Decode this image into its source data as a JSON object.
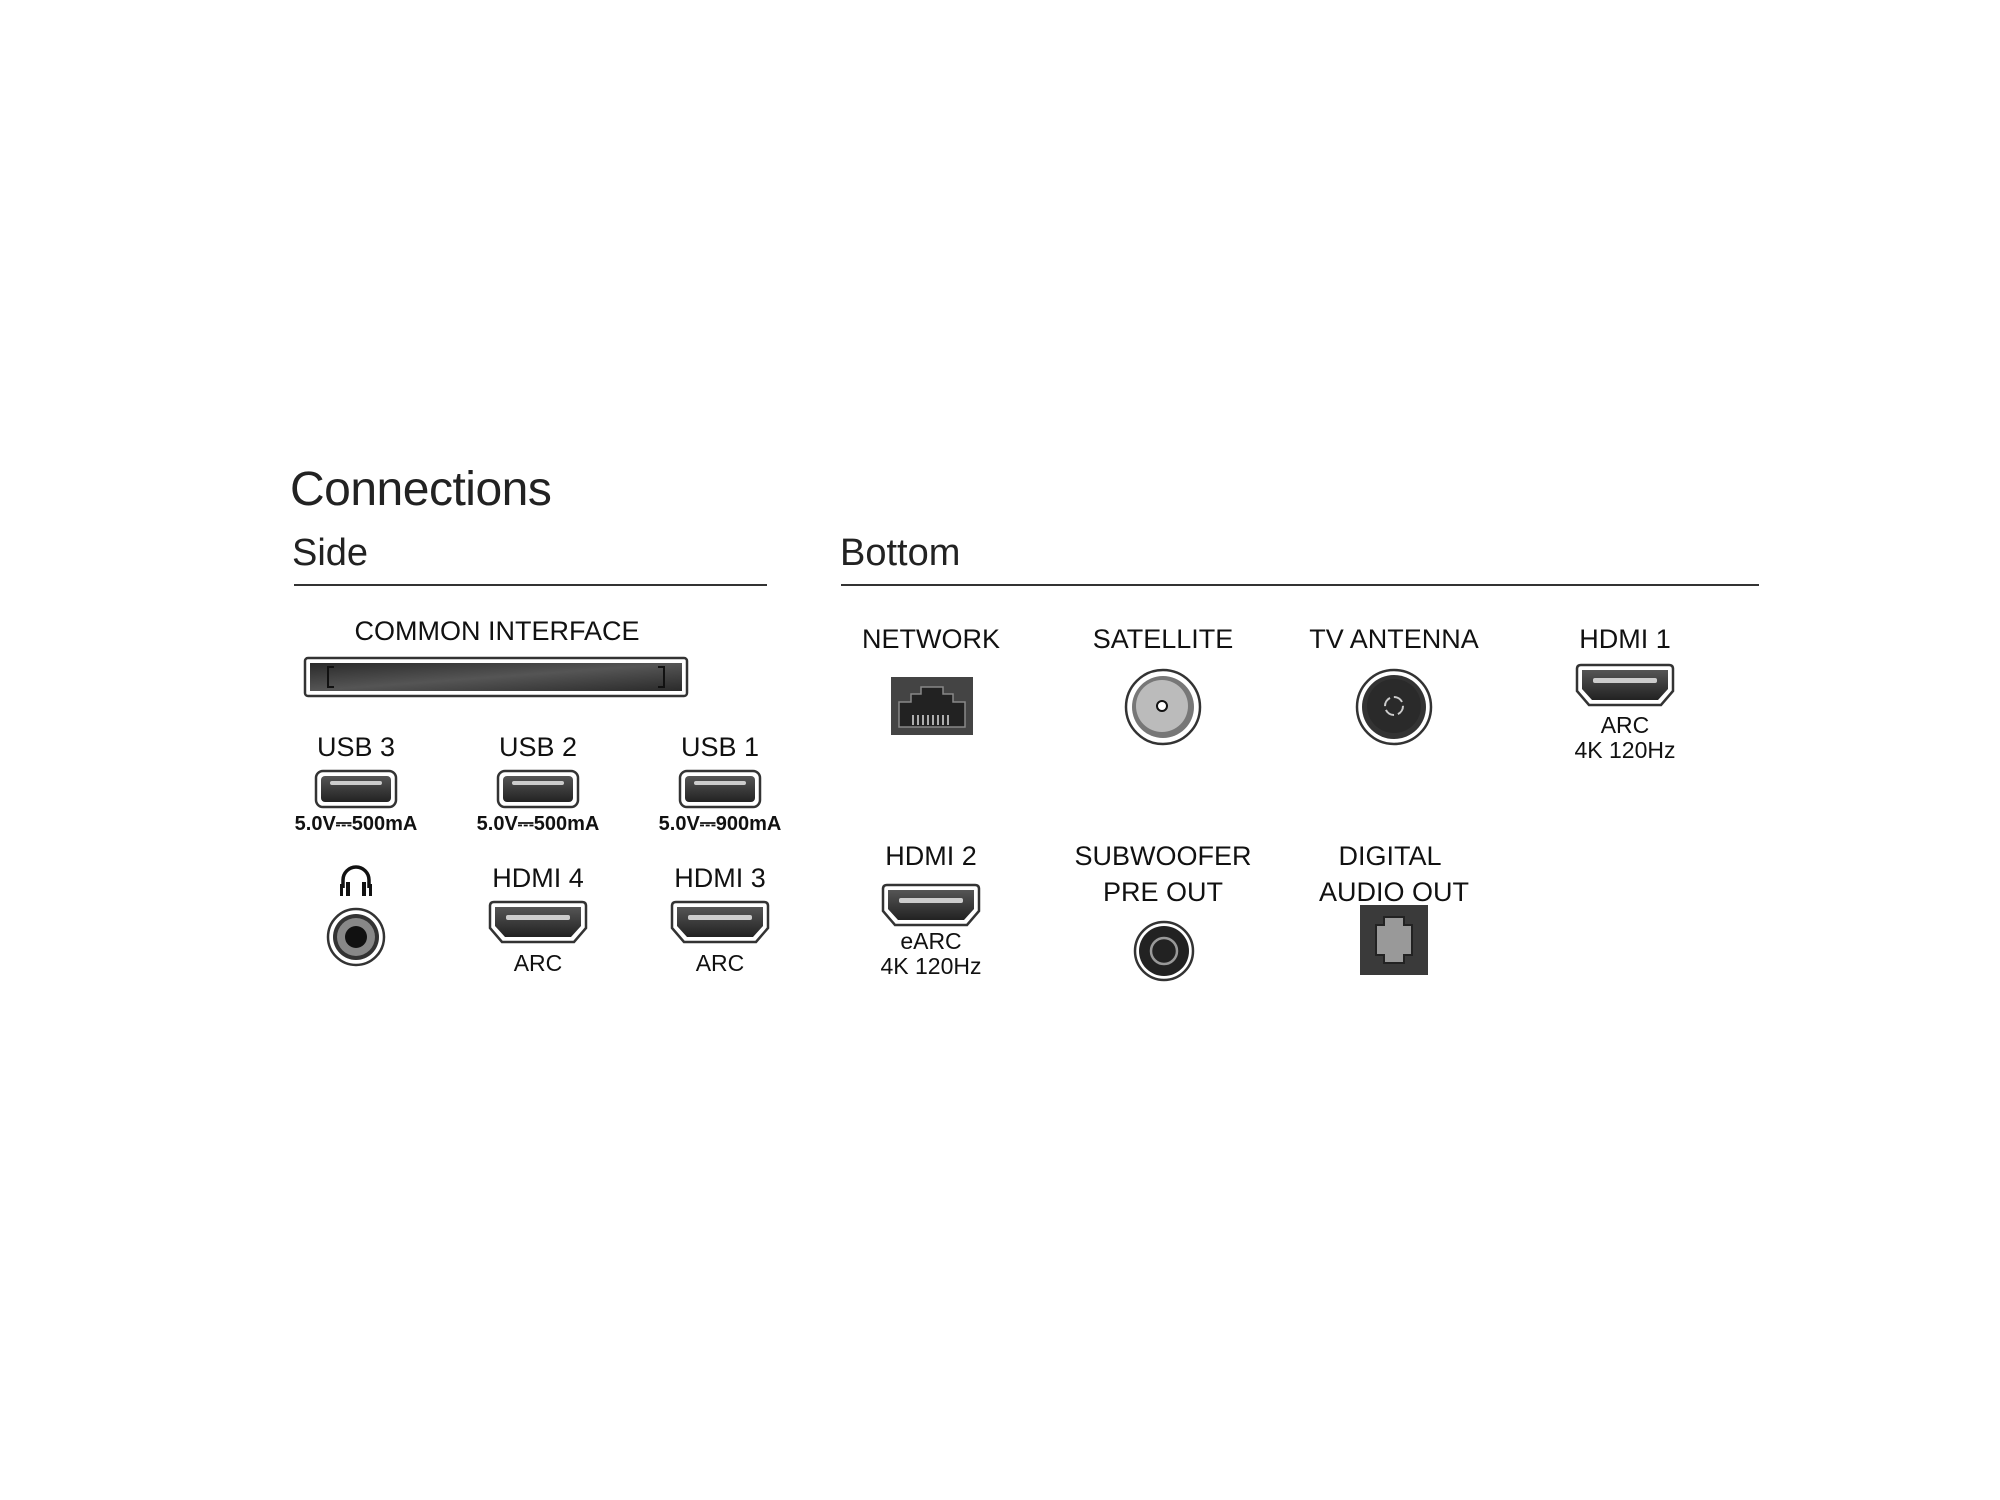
{
  "title": "Connections",
  "side": {
    "heading": "Side",
    "common_interface": "COMMON INTERFACE",
    "usb": [
      {
        "label": "USB 3",
        "spec": "5.0V⎓500mA"
      },
      {
        "label": "USB 2",
        "spec": "5.0V⎓500mA"
      },
      {
        "label": "USB 1",
        "spec": "5.0V⎓900mA"
      }
    ],
    "hdmi": [
      {
        "label": "HDMI 4",
        "sub": "ARC"
      },
      {
        "label": "HDMI 3",
        "sub": "ARC"
      }
    ],
    "headphone_icon": "headphones-icon"
  },
  "bottom": {
    "heading": "Bottom",
    "network": "NETWORK",
    "satellite": "SATELLITE",
    "tv_antenna": "TV ANTENNA",
    "hdmi1": {
      "label": "HDMI 1",
      "sub1": "ARC",
      "sub2": "4K 120Hz"
    },
    "hdmi2": {
      "label": "HDMI 2",
      "sub1": "eARC",
      "sub2": "4K 120Hz"
    },
    "subwoofer": {
      "line1": "SUBWOOFER",
      "line2": "PRE OUT"
    },
    "digital_audio": {
      "line1": "DIGITAL",
      "line2": "AUDIO OUT"
    }
  }
}
